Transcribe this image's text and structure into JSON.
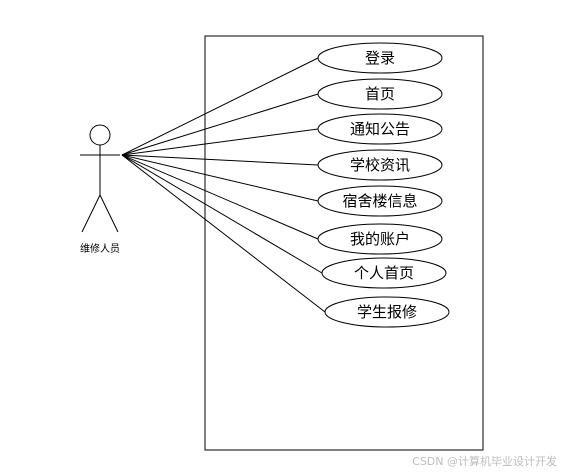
{
  "actor": {
    "label": "维修人员"
  },
  "use_cases": [
    "登录",
    "首页",
    "通知公告",
    "学校资讯",
    "宿舍楼信息",
    "我的账户",
    "个人首页",
    "学生报修"
  ],
  "watermark": "CSDN @计算机毕业设计开发"
}
